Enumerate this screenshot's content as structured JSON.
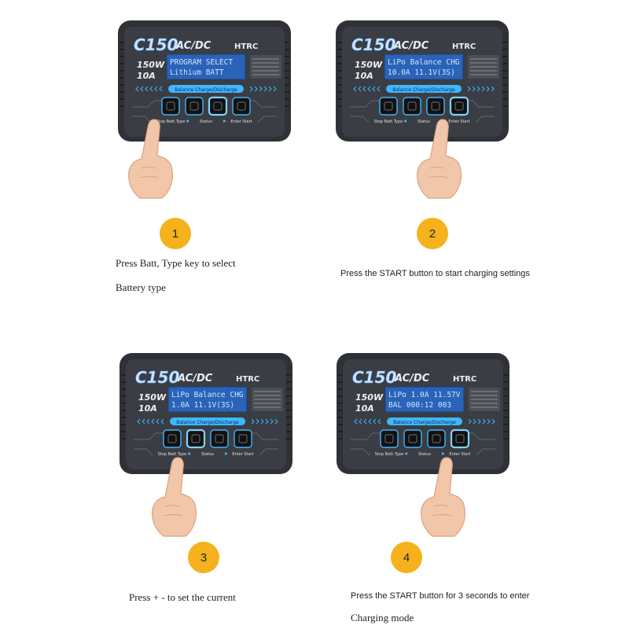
{
  "steps": [
    {
      "number": "1",
      "model": "C150",
      "power_type": "AC/DC",
      "brand": "HTRC",
      "wattage": "150W",
      "amperage": "10A",
      "lcd_line1": "PROGRAM SELECT",
      "lcd_line2": "Lithium BATT",
      "mode_banner": "Balance Charge/Discharge",
      "button_labels": [
        "Stop Batt.Type",
        "Status",
        "Enter Start"
      ],
      "caption_line1": "Press Batt, Type key to select",
      "caption_line2": "Battery type"
    },
    {
      "number": "2",
      "model": "C150",
      "power_type": "AC/DC",
      "brand": "HTRC",
      "wattage": "150W",
      "amperage": "10A",
      "lcd_line1": "LiPo Balance CHG",
      "lcd_line2": "10.0A  11.1V(3S)",
      "mode_banner": "Balance Charge/Discharge",
      "button_labels": [
        "Stop Batt.Type",
        "Status",
        "Enter Start"
      ],
      "caption_line1": "Press the START button to start charging settings",
      "caption_line2": ""
    },
    {
      "number": "3",
      "model": "C150",
      "power_type": "AC/DC",
      "brand": "HTRC",
      "wattage": "150W",
      "amperage": "10A",
      "lcd_line1": "LiPo Balance CHG",
      "lcd_line2": " 1.0A  11.1V(3S)",
      "mode_banner": "Balance Charge/Discharge",
      "button_labels": [
        "Stop Batt.Type",
        "Status",
        "Enter Start"
      ],
      "caption_line1": "Press + - to set the current",
      "caption_line2": ""
    },
    {
      "number": "4",
      "model": "C150",
      "power_type": "AC/DC",
      "brand": "HTRC",
      "wattage": "150W",
      "amperage": "10A",
      "lcd_line1": "LiPo 1.0A 11.57V",
      "lcd_line2": "BAL 000:12   003",
      "mode_banner": "Balance Charge/Discharge",
      "button_labels": [
        "Stop Batt.Type",
        "Status",
        "Enter Start"
      ],
      "caption_line1": "Press the START button for 3 seconds to enter",
      "caption_line2": "Charging mode"
    }
  ],
  "colors": {
    "badge": "#f5b21d",
    "lcd": "#2a63b8",
    "charger_body": "#2f3136",
    "accent": "#3fb7ff"
  }
}
